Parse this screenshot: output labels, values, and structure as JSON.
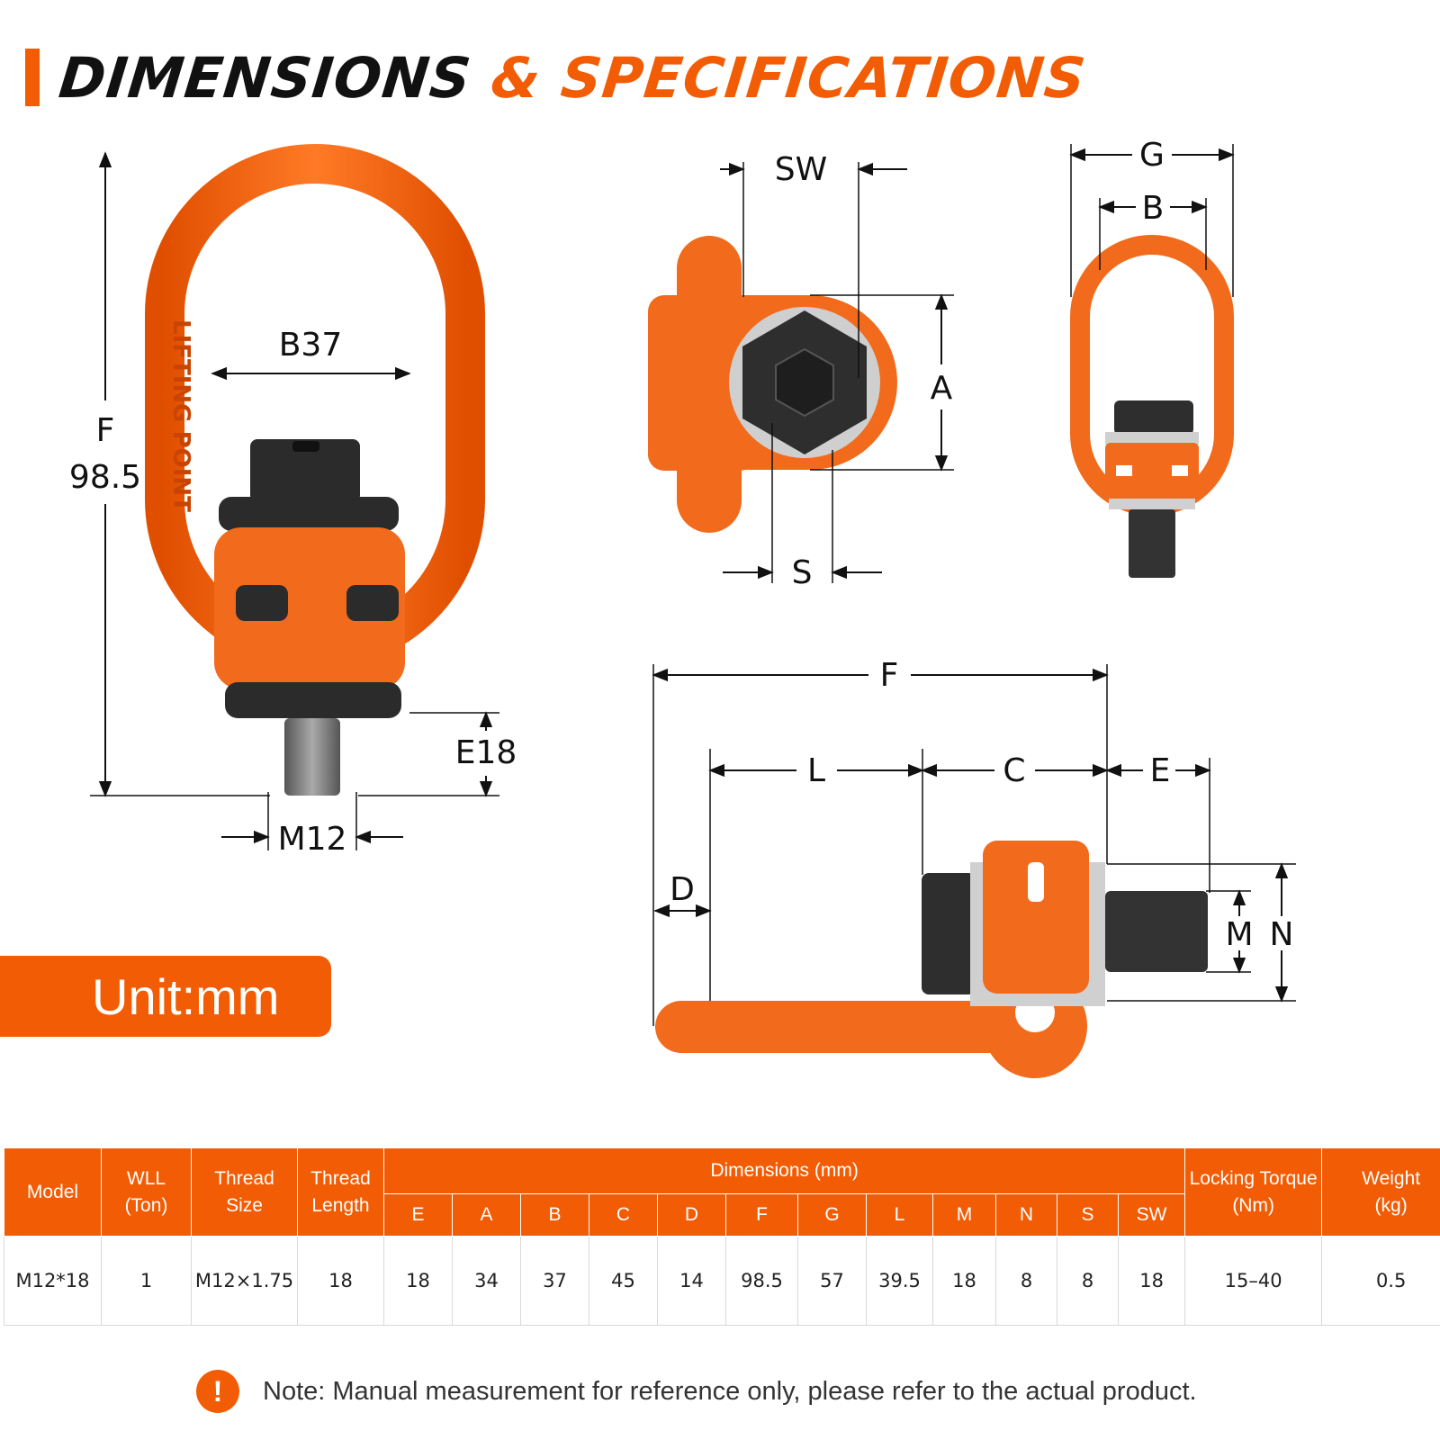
{
  "title": {
    "part1": "DIMENSIONS",
    "part2": "& SPECIFICATIONS"
  },
  "labels": {
    "front": {
      "F": "F",
      "F_value": "98.5",
      "B": "B37",
      "E": "E18",
      "M": "M12",
      "ring_text": "LIFTING POINT"
    },
    "top": {
      "SW": "SW",
      "A": "A",
      "S": "S"
    },
    "side": {
      "G": "G",
      "B": "B"
    },
    "lying": {
      "F": "F",
      "L": "L",
      "C": "C",
      "E": "E",
      "D": "D",
      "M": "M",
      "N": "N"
    }
  },
  "unit": "Unit:mm",
  "table": {
    "headers": {
      "model": "Model",
      "wll": [
        "WLL",
        "(Ton)"
      ],
      "thread_size": [
        "Thread",
        "Size"
      ],
      "thread_length": [
        "Thread",
        "Length"
      ],
      "dimensions": "Dimensions (mm)",
      "dim_cols": [
        "E",
        "A",
        "B",
        "C",
        "D",
        "F",
        "G",
        "L",
        "M",
        "N",
        "S",
        "SW"
      ],
      "torque": [
        "Locking Torque",
        "(Nm)"
      ],
      "weight": [
        "Weight",
        "(kg)"
      ]
    },
    "row": {
      "model": "M12*18",
      "wll": "1",
      "thread_size": "M12×1.75",
      "thread_length": "18",
      "dims": [
        "18",
        "34",
        "37",
        "45",
        "14",
        "98.5",
        "57",
        "39.5",
        "18",
        "8",
        "8",
        "18"
      ],
      "torque": "15–40",
      "weight": "0.5"
    }
  },
  "note": "Note: Manual measurement for reference only, please refer to the actual product.",
  "colors": {
    "accent": "#f25c05",
    "dark": "#2b2b2b"
  }
}
